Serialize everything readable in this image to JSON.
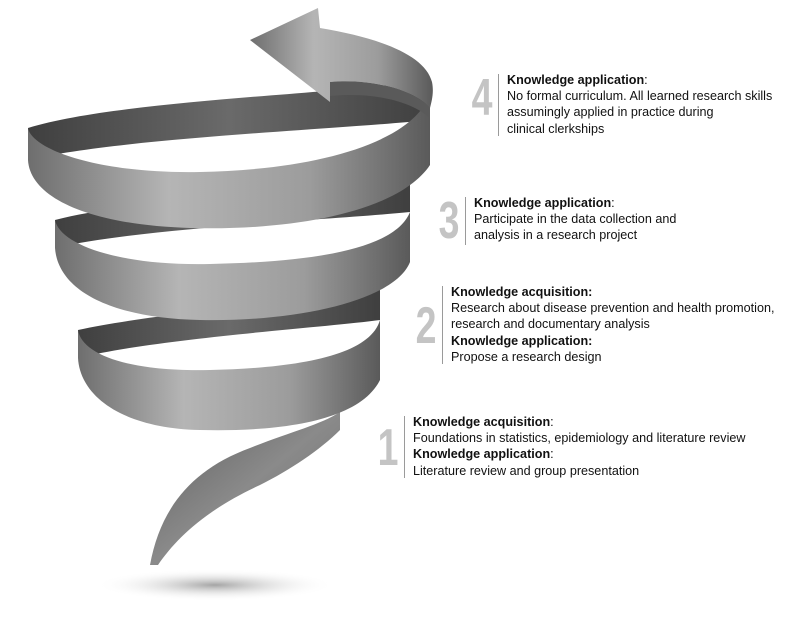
{
  "steps": [
    {
      "number": "1",
      "lines": [
        {
          "bold": "Knowledge acquisition",
          "tail": ":"
        },
        {
          "text": "Foundations in statistics, epidemiology and literature review"
        },
        {
          "bold": "Knowledge application",
          "tail": ":"
        },
        {
          "text": "Literature review and group presentation"
        }
      ]
    },
    {
      "number": "2",
      "lines": [
        {
          "bold": "Knowledge acquisition:",
          "tail": ""
        },
        {
          "text": "Research about disease prevention and health promotion,"
        },
        {
          "text": "research and documentary analysis"
        },
        {
          "bold": "Knowledge application:",
          "tail": ""
        },
        {
          "text": "Propose a research design"
        }
      ]
    },
    {
      "number": "3",
      "lines": [
        {
          "bold": "Knowledge application",
          "tail": ":"
        },
        {
          "text": "Participate in the data collection and"
        },
        {
          "text": "analysis in a research project"
        }
      ]
    },
    {
      "number": "4",
      "lines": [
        {
          "bold": "Knowledge application",
          "tail": ":"
        },
        {
          "text": "No formal curriculum. All learned research skills"
        },
        {
          "text": "assumingly applied in practice during"
        },
        {
          "text": "clinical clerkships"
        }
      ]
    }
  ],
  "colors": {
    "ribbon_light": "#bdbdbd",
    "ribbon_mid": "#8f8f8f",
    "ribbon_dark": "#555555",
    "number_gray": "#c4c4c4"
  }
}
